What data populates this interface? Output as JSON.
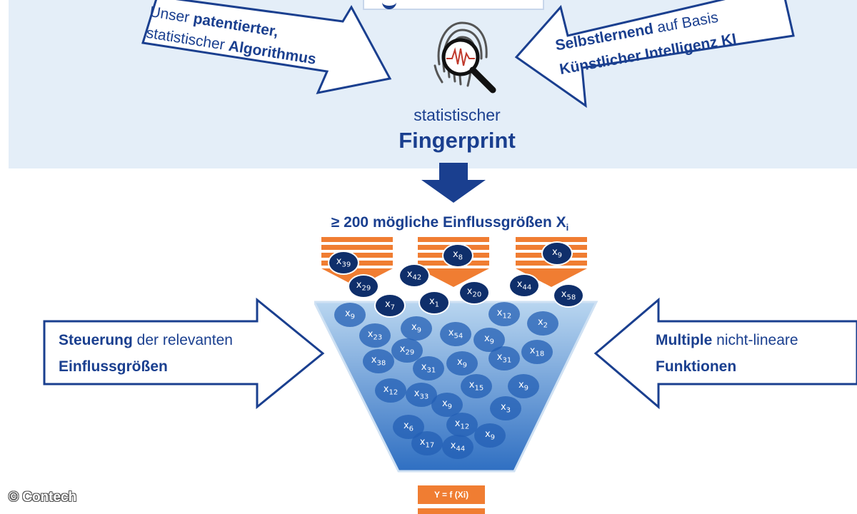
{
  "top_left_arrow": {
    "line1_pre": "Unser ",
    "line1_bold": "patentierter,",
    "line2_pre": "statistischer ",
    "line2_bold": "Algorithmus"
  },
  "top_right_arrow": {
    "line1_bold": "Selbstlernend",
    "line1_post": " auf Basis",
    "line2_bold": "Künstlicher Intelligenz KI"
  },
  "fingerprint": {
    "line1": "statistischer",
    "line2": "Fingerprint"
  },
  "influence_header": {
    "text": "≥ 200 mögliche Einflussgrößen X",
    "subscript": "i"
  },
  "left_arrow": {
    "line1_bold": "Steuerung",
    "line1_post": " der relevanten",
    "line2_bold": "Einflussgrößen"
  },
  "right_arrow": {
    "line1_bold": "Multiple",
    "line1_post": " nicht-lineare",
    "line2_bold": "Funktionen"
  },
  "falling_variables": [
    "39",
    "29",
    "7",
    "42",
    "1",
    "8",
    "20",
    "44",
    "9",
    "58"
  ],
  "funnel_variables": [
    "9",
    "23",
    "9",
    "54",
    "9",
    "12",
    "2",
    "38",
    "29",
    "31",
    "9",
    "31",
    "18",
    "12",
    "33",
    "15",
    "9",
    "9",
    "3",
    "6",
    "12",
    "17",
    "44",
    "9"
  ],
  "formula": "Y = f (Xi)",
  "copyright": "© Contech",
  "colors": {
    "dark_blue": "#1a3f8f",
    "navy_circle": "#0f2f6b",
    "orange": "#f07d32",
    "panel_bg": "#e4eef8"
  }
}
